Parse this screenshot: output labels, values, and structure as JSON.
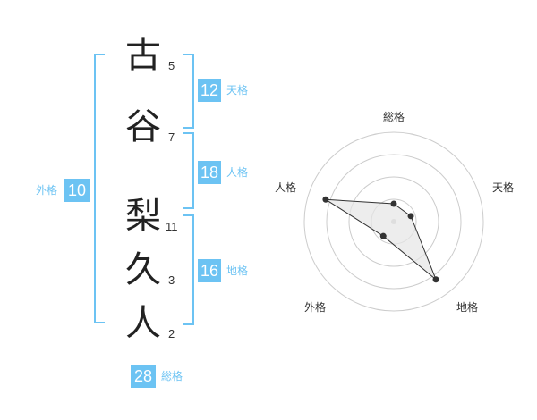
{
  "name": {
    "characters": [
      {
        "char": "古",
        "strokes": "5"
      },
      {
        "char": "谷",
        "strokes": "7"
      },
      {
        "char": "梨",
        "strokes": "11"
      },
      {
        "char": "久",
        "strokes": "3"
      },
      {
        "char": "人",
        "strokes": "2"
      }
    ]
  },
  "kaku": {
    "tenkaku": {
      "value": "12",
      "label": "天格"
    },
    "jinkaku": {
      "value": "18",
      "label": "人格"
    },
    "chikaku": {
      "value": "16",
      "label": "地格"
    },
    "gaikaku": {
      "value": "10",
      "label": "外格"
    },
    "soukaku": {
      "value": "28",
      "label": "総格"
    }
  },
  "colors": {
    "accent": "#6cc3f3",
    "text": "#222222",
    "ring": "#cccccc",
    "fill": "#e6e6e6"
  },
  "chart_data": {
    "type": "radar",
    "axes": [
      "総格",
      "天格",
      "地格",
      "外格",
      "人格"
    ],
    "values": [
      1,
      1,
      4,
      1,
      4
    ],
    "max": 5,
    "rings": 4
  }
}
